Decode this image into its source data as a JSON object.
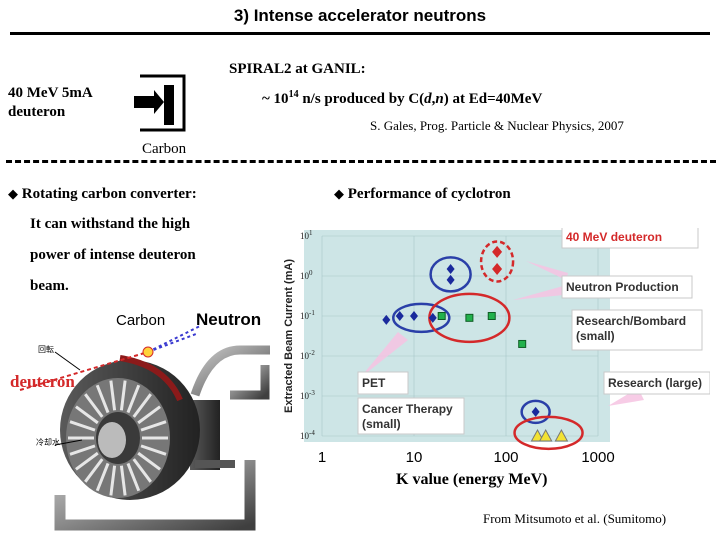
{
  "title": "3) Intense accelerator neutrons",
  "beam": {
    "line1": "40 MeV 5mA",
    "line2": "deuteron",
    "target_label": "Carbon"
  },
  "spiral": {
    "line1": "SPIRAL2 at GANIL:",
    "prefix": "~ 10",
    "exponent": "14",
    "mid": " n/s produced by C(",
    "d": "d",
    "comma": ",",
    "n": "n",
    "suffix": ") at Ed=40MeV",
    "reference": "S. Gales, Prog. Particle & Nuclear Physics, 2007"
  },
  "left_section": {
    "bullet": "◆",
    "heading": "Rotating carbon converter:",
    "line1": "It can withstand the high",
    "line2": "power of intense deuteron",
    "line3": "beam."
  },
  "right_section": {
    "bullet": "◆",
    "heading": "Performance of cyclotron"
  },
  "photo_labels": {
    "carbon": "Carbon",
    "neutron": "Neutron",
    "deuteron": "deuteron",
    "small1": "回転",
    "small2": "冷却水"
  },
  "colors": {
    "chart_bg": "#cde5e6",
    "deuteron_red": "#d4292a",
    "label_box_border": "#c9c9c9",
    "blue_marker": "#1a2a9c",
    "green_marker": "#22b14c",
    "yellow_marker": "#f2e233",
    "callout_pink": "#f6c3e2"
  },
  "chart_data": {
    "type": "scatter",
    "xlabel": "K value (energy MeV)",
    "ylabel": "Extracted Beam Current (mA)",
    "x_ticks": [
      "1",
      "10",
      "100",
      "1000"
    ],
    "y_ticks": [
      {
        "base": "10",
        "exp": "1"
      },
      {
        "base": "10",
        "exp": "0"
      },
      {
        "base": "10",
        "exp": "-1"
      },
      {
        "base": "10",
        "exp": "-2"
      },
      {
        "base": "10",
        "exp": "-3"
      },
      {
        "base": "10",
        "exp": "-4"
      }
    ],
    "x_scale": "log",
    "y_scale": "log",
    "xlim": [
      1,
      1000
    ],
    "ylim": [
      0.0001,
      10
    ],
    "series": [
      {
        "marker": "diamond-blue",
        "points": [
          [
            25,
            1.5
          ],
          [
            25,
            0.8
          ],
          [
            5,
            0.08
          ],
          [
            7,
            0.1
          ],
          [
            10,
            0.1
          ],
          [
            16,
            0.09
          ],
          [
            210,
            0.0004
          ]
        ]
      },
      {
        "marker": "square-green",
        "points": [
          [
            20,
            0.1
          ],
          [
            40,
            0.09
          ],
          [
            70,
            0.1
          ],
          [
            150,
            0.02
          ]
        ]
      },
      {
        "marker": "diamond-red",
        "points": [
          [
            80,
            4
          ],
          [
            80,
            1.5
          ]
        ]
      },
      {
        "marker": "triangle-yellow",
        "points": [
          [
            220,
            0.0001
          ],
          [
            270,
            0.0001
          ],
          [
            400,
            0.0001
          ]
        ]
      }
    ],
    "annotations": [
      "40 MeV deuteron",
      "Neutron Production",
      "Research/Bombard",
      "(small)",
      "PET",
      "Cancer Therapy",
      "(small)",
      "Research (large)"
    ]
  },
  "credit": "From Mitsumoto et al. (Sumitomo)"
}
